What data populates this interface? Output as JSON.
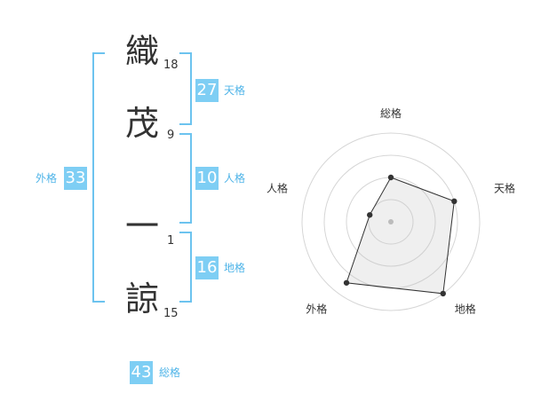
{
  "name_chars": [
    {
      "char": "織",
      "strokes": "18"
    },
    {
      "char": "茂",
      "strokes": "9"
    },
    {
      "char": "一",
      "strokes": "1"
    },
    {
      "char": "諒",
      "strokes": "15"
    }
  ],
  "scores": {
    "tenkaku": {
      "value": "27",
      "label": "天格"
    },
    "jinkaku": {
      "value": "10",
      "label": "人格"
    },
    "chikaku": {
      "value": "16",
      "label": "地格"
    },
    "gaikaku": {
      "value": "33",
      "label": "外格"
    },
    "soukaku": {
      "value": "43",
      "label": "総格"
    }
  },
  "colors": {
    "accent": "#7ecef4",
    "bracket": "#6cc3ef",
    "label": "#4fb4e8",
    "text": "#333333"
  },
  "chart_data": {
    "type": "radar",
    "axes": [
      "総格",
      "天格",
      "地格",
      "外格",
      "人格"
    ],
    "max": 4,
    "rings": 4,
    "values": [
      2.0,
      3.0,
      4.0,
      3.4,
      1.0
    ],
    "grid": true,
    "legend": "none"
  }
}
